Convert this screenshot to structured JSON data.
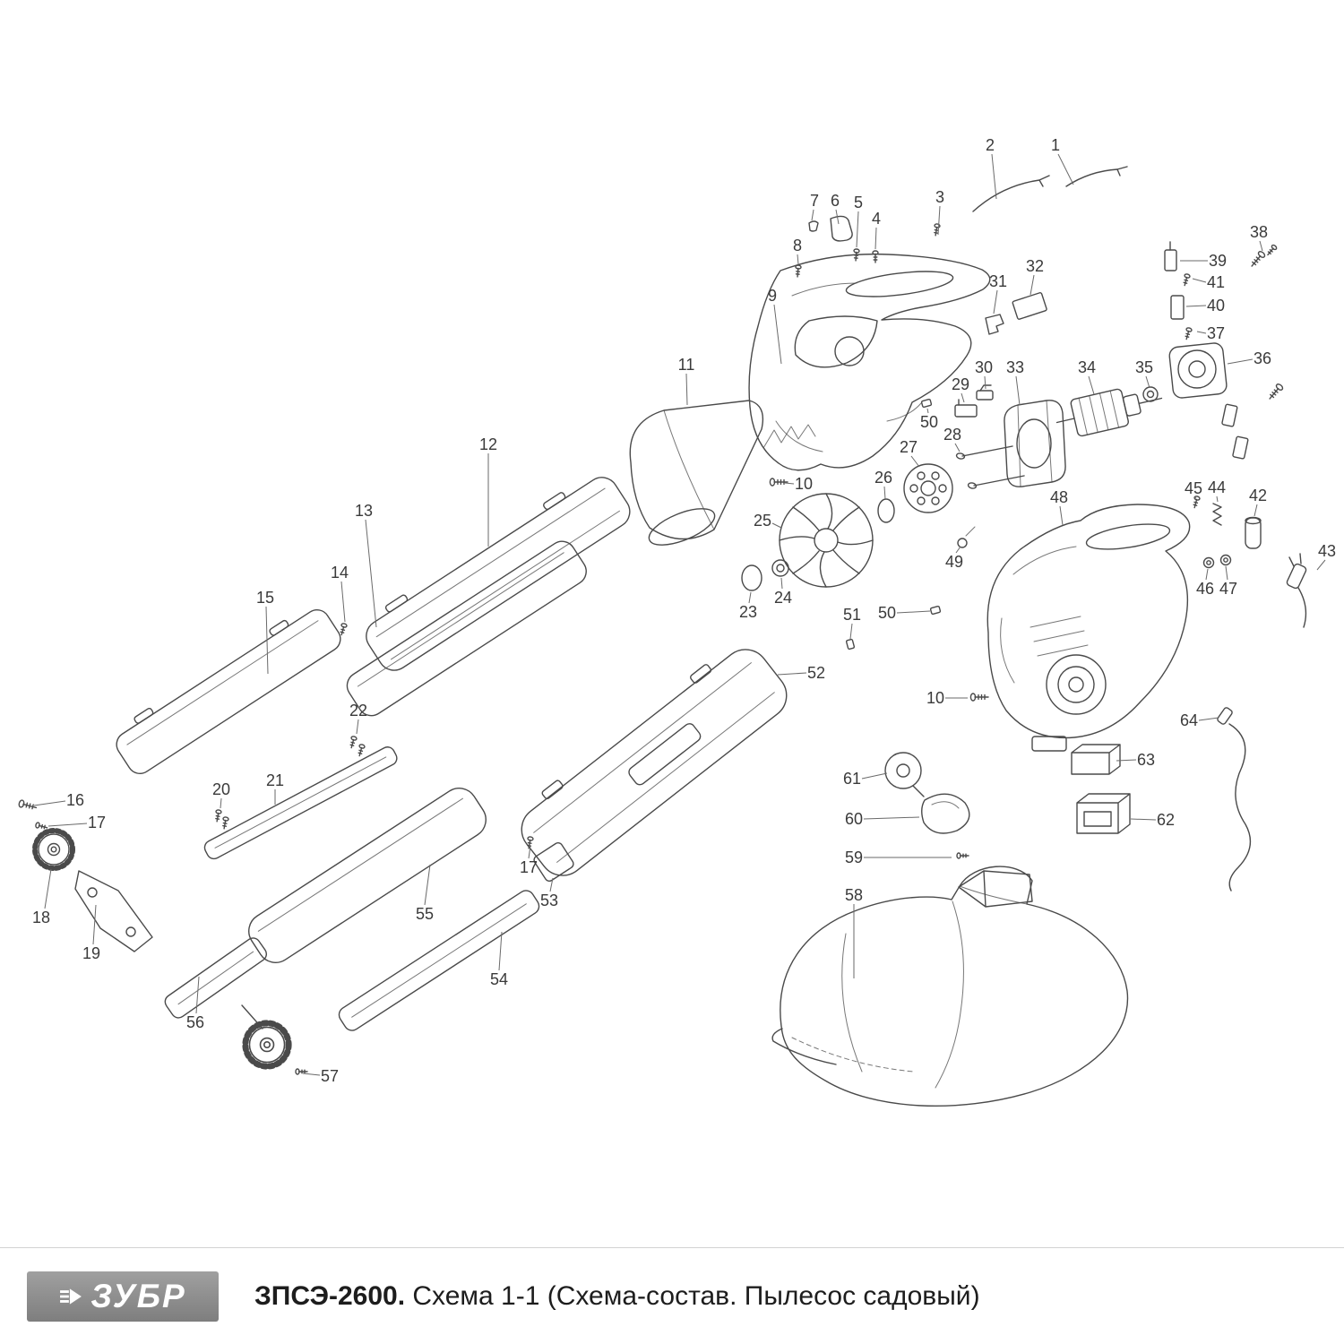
{
  "footer": {
    "brand": "ЗУБР",
    "model": "ЗПСЭ-2600.",
    "scheme": "Схема 1-1 (Схема-состав. Пылесос садовый)"
  },
  "diagram": {
    "label_color": "#3a3a3a",
    "line_color": "#6a6a6a",
    "art_color": "#4a4a4a",
    "labels": [
      [
        "1",
        1178,
        162,
        1181,
        172,
        1198,
        206
      ],
      [
        "2",
        1105,
        162,
        1107,
        172,
        1112,
        222
      ],
      [
        "3",
        1049,
        220,
        1049,
        230,
        1047,
        262
      ],
      [
        "4",
        978,
        244,
        978,
        254,
        977,
        278
      ],
      [
        "5",
        958,
        226,
        958,
        236,
        956,
        276
      ],
      [
        "6",
        932,
        224,
        933,
        234,
        936,
        250
      ],
      [
        "7",
        909,
        224,
        908,
        234,
        906,
        246
      ],
      [
        "8",
        890,
        274,
        890,
        284,
        891,
        295
      ],
      [
        "9",
        862,
        330,
        864,
        340,
        872,
        406
      ],
      [
        "10",
        897,
        540,
        886,
        540,
        876,
        539
      ],
      [
        "11",
        766,
        407,
        766,
        417,
        767,
        452
      ],
      [
        "12",
        545,
        496,
        545,
        506,
        545,
        610
      ],
      [
        "13",
        406,
        570,
        408,
        580,
        420,
        700
      ],
      [
        "14",
        379,
        639,
        381,
        649,
        385,
        694
      ],
      [
        "15",
        296,
        667,
        297,
        677,
        299,
        752
      ],
      [
        "16",
        84,
        893,
        73,
        894,
        38,
        899
      ],
      [
        "17",
        108,
        918,
        97,
        919,
        54,
        922
      ],
      [
        "17",
        590,
        968,
        590,
        958,
        592,
        944
      ],
      [
        "18",
        46,
        1024,
        50,
        1014,
        57,
        970
      ],
      [
        "19",
        102,
        1064,
        104,
        1054,
        107,
        1010
      ],
      [
        "20",
        247,
        881,
        247,
        891,
        246,
        902
      ],
      [
        "21",
        307,
        871,
        307,
        881,
        307,
        898
      ],
      [
        "22",
        400,
        793,
        400,
        803,
        398,
        819
      ],
      [
        "23",
        835,
        683,
        836,
        673,
        838,
        661
      ],
      [
        "24",
        874,
        667,
        873,
        657,
        872,
        645
      ],
      [
        "25",
        851,
        581,
        862,
        584,
        872,
        589
      ],
      [
        "26",
        986,
        533,
        987,
        543,
        988,
        557
      ],
      [
        "27",
        1014,
        499,
        1017,
        509,
        1026,
        521
      ],
      [
        "28",
        1063,
        485,
        1066,
        495,
        1071,
        504
      ],
      [
        "29",
        1072,
        429,
        1073,
        439,
        1076,
        449
      ],
      [
        "30",
        1098,
        410,
        1099,
        420,
        1100,
        434
      ],
      [
        "31",
        1114,
        314,
        1113,
        324,
        1109,
        350
      ],
      [
        "32",
        1155,
        297,
        1154,
        307,
        1150,
        329
      ],
      [
        "33",
        1133,
        410,
        1134,
        420,
        1138,
        452
      ],
      [
        "34",
        1213,
        410,
        1215,
        420,
        1221,
        440
      ],
      [
        "35",
        1277,
        410,
        1279,
        420,
        1283,
        433
      ],
      [
        "36",
        1409,
        400,
        1398,
        401,
        1370,
        406
      ],
      [
        "37",
        1357,
        372,
        1346,
        372,
        1336,
        370
      ],
      [
        "38",
        1405,
        259,
        1406,
        269,
        1409,
        280
      ],
      [
        "39",
        1359,
        291,
        1348,
        291,
        1317,
        291
      ],
      [
        "40",
        1357,
        341,
        1346,
        341,
        1324,
        342
      ],
      [
        "41",
        1357,
        315,
        1346,
        315,
        1331,
        311
      ],
      [
        "42",
        1404,
        553,
        1403,
        563,
        1400,
        576
      ],
      [
        "43",
        1481,
        615,
        1479,
        625,
        1470,
        636
      ],
      [
        "44",
        1358,
        544,
        1358,
        554,
        1359,
        560
      ],
      [
        "45",
        1332,
        545,
        1333,
        555,
        1335,
        556
      ],
      [
        "46",
        1345,
        657,
        1346,
        647,
        1348,
        635
      ],
      [
        "47",
        1371,
        657,
        1370,
        647,
        1368,
        632
      ],
      [
        "48",
        1182,
        555,
        1183,
        565,
        1186,
        586
      ],
      [
        "49",
        1065,
        627,
        1067,
        617,
        1072,
        610
      ],
      [
        "50",
        1037,
        471,
        1036,
        461,
        1035,
        456
      ],
      [
        "50",
        990,
        684,
        1001,
        684,
        1038,
        682
      ],
      [
        "51",
        951,
        686,
        951,
        696,
        949,
        713
      ],
      [
        "52",
        911,
        751,
        900,
        751,
        868,
        753
      ],
      [
        "53",
        613,
        1005,
        614,
        995,
        617,
        980
      ],
      [
        "54",
        557,
        1093,
        557,
        1083,
        560,
        1040
      ],
      [
        "55",
        474,
        1020,
        474,
        1010,
        480,
        965
      ],
      [
        "56",
        218,
        1141,
        219,
        1131,
        222,
        1090
      ],
      [
        "57",
        368,
        1201,
        357,
        1200,
        338,
        1198
      ],
      [
        "58",
        953,
        999,
        953,
        1009,
        953,
        1092
      ],
      [
        "59",
        953,
        957,
        964,
        957,
        1062,
        957
      ],
      [
        "60",
        953,
        914,
        964,
        914,
        1026,
        912
      ],
      [
        "61",
        951,
        869,
        962,
        869,
        990,
        863
      ],
      [
        "62",
        1301,
        915,
        1290,
        915,
        1262,
        914
      ],
      [
        "63",
        1279,
        848,
        1268,
        848,
        1246,
        849
      ],
      [
        "64",
        1327,
        804,
        1338,
        804,
        1360,
        801
      ],
      [
        "10",
        1044,
        779,
        1055,
        779,
        1080,
        779
      ]
    ]
  }
}
